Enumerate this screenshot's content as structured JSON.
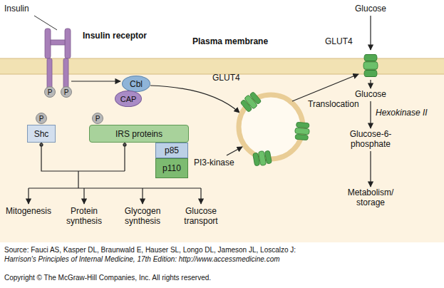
{
  "diagram": {
    "nodes": [
      {
        "text": [
          "P"
        ]
      },
      {
        "text": [
          "P"
        ]
      },
      {
        "text": [
          "Cbl"
        ]
      },
      {
        "text": [
          "CAP"
        ]
      },
      {
        "text": [
          "P"
        ]
      },
      {
        "text": [
          "P"
        ]
      },
      {
        "text": [
          "Shc"
        ]
      },
      {
        "text": [
          "IRS proteins"
        ]
      },
      {
        "text": [
          "p85"
        ]
      },
      {
        "text": [
          "p110"
        ]
      }
    ],
    "labels": [
      "Insulin",
      "Insulin receptor",
      "Plasma membrane",
      "Glucose",
      "GLUT4",
      "GLUT4",
      "Translocation",
      "Glucose",
      "Hexokinase II",
      "Glucose-6- phosphate",
      "Metabolism/ storage",
      "PI3-kinase",
      "Mitogenesis",
      "Protein synthesis",
      "Glycogen synthesis",
      "Glucose transport",
      "Source: Fauci AS, Kasper DL, Braunwald E, Hauser SL, Longo DL, Jameson JL, Loscalzo J:",
      "Harrison's Principles of Internal Medicine, 17th Edition: http://www.accessmedicine.com",
      "Copyright © The McGraw-Hill Companies, Inc. All rights reserved."
    ]
  }
}
